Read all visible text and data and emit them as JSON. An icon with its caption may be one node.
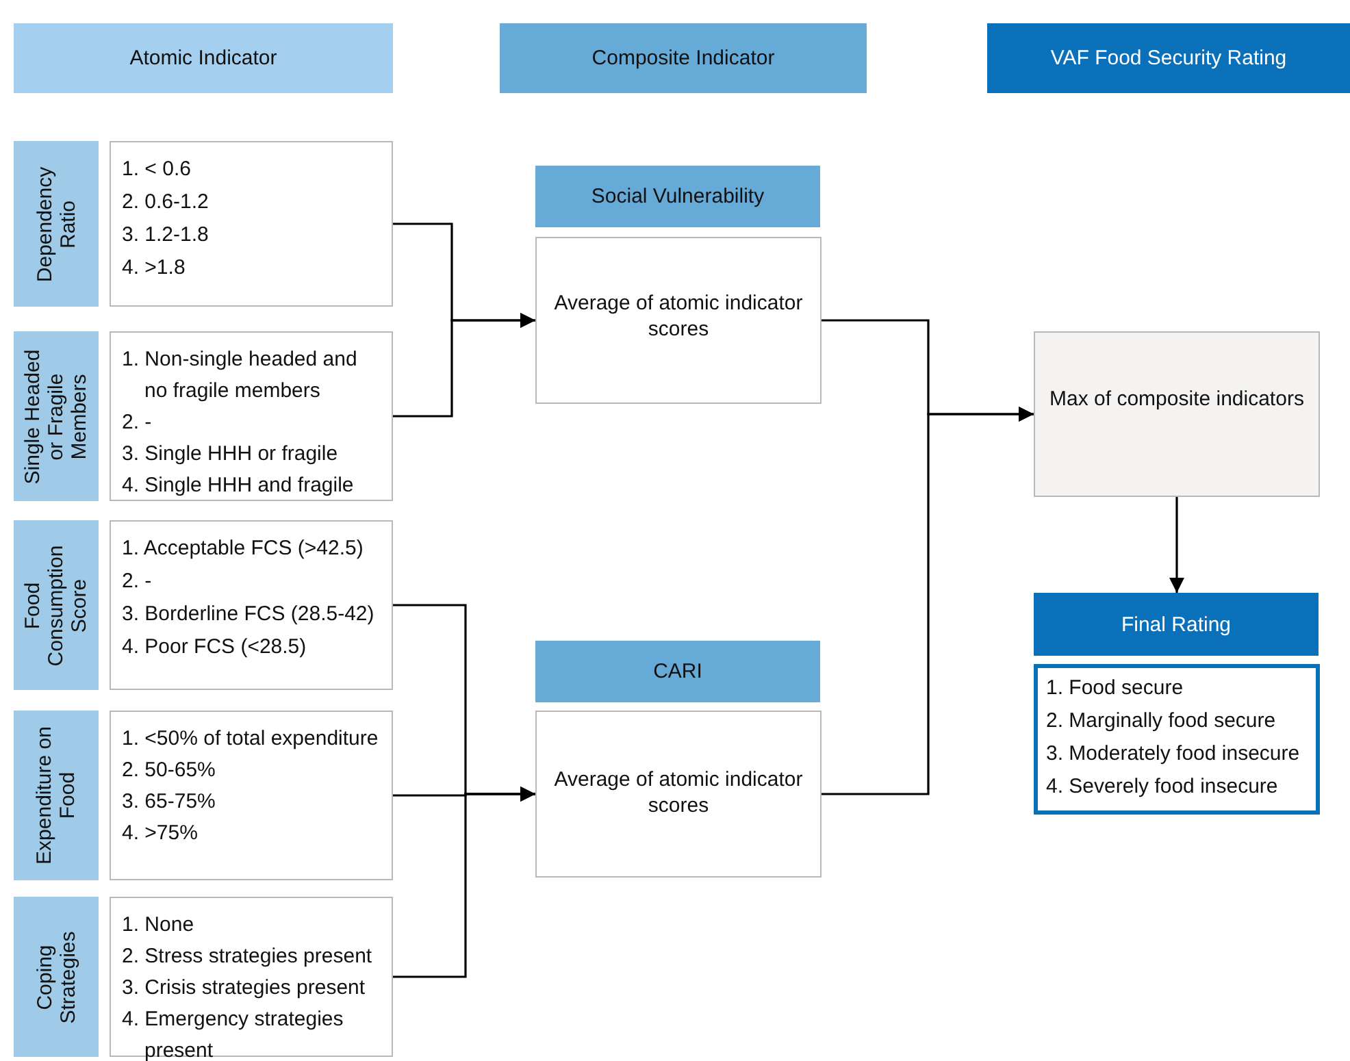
{
  "diagram": {
    "nodes": [
      {
        "text": [
          "Atomic Indicator"
        ]
      },
      {
        "text": [
          "Composite Indicator"
        ]
      },
      {
        "text": [
          "VAF Food Security Rating"
        ]
      },
      {
        "text": [
          "Dependency Ratio"
        ]
      },
      {
        "text": [
          "1. < 0.6",
          "2. 0.6-1.2",
          "3. 1.2-1.8",
          "4. >1.8"
        ]
      },
      {
        "text": [
          "Single Headed or Fragile Members"
        ]
      },
      {
        "text": [
          "1. Non-single headed and no fragile members",
          "2. -",
          "3. Single HHH or fragile",
          "4. Single HHH and fragile"
        ]
      },
      {
        "text": [
          "Food Consumption Score"
        ]
      },
      {
        "text": [
          "1. Acceptable FCS (>42.5)",
          "2. -",
          "3. Borderline FCS (28.5-42)",
          "4. Poor FCS (<28.5)"
        ]
      },
      {
        "text": [
          "Expenditure on Food"
        ]
      },
      {
        "text": [
          "1. <50% of total expenditure",
          "2. 50-65%",
          "3. 65-75%",
          "4. >75%"
        ]
      },
      {
        "text": [
          "Coping Strategies"
        ]
      },
      {
        "text": [
          "1. None",
          "2. Stress strategies present",
          "3. Crisis strategies present",
          "4. Emergency strategies present"
        ]
      },
      {
        "text": [
          "Social Vulnerability"
        ]
      },
      {
        "text": [
          "Average of atomic indicator scores"
        ]
      },
      {
        "text": [
          "CARI"
        ]
      },
      {
        "text": [
          "Average of atomic indicator scores"
        ]
      },
      {
        "text": [
          "Max of composite indicators"
        ]
      },
      {
        "text": [
          "Final Rating"
        ]
      },
      {
        "text": [
          "1. Food secure",
          "2. Marginally food secure",
          "3. Moderately food insecure",
          "4. Severely food insecure"
        ]
      }
    ],
    "edges": [
      {
        "from": 4,
        "to": 14,
        "arrow": "to"
      },
      {
        "from": 6,
        "to": 14,
        "arrow": "to"
      },
      {
        "from": 8,
        "to": 16,
        "arrow": "to"
      },
      {
        "from": 10,
        "to": 16,
        "arrow": "to"
      },
      {
        "from": 12,
        "to": 16,
        "arrow": "to"
      },
      {
        "from": 14,
        "to": 17,
        "arrow": "to"
      },
      {
        "from": 16,
        "to": 17,
        "arrow": "to"
      },
      {
        "from": 17,
        "to": 18,
        "arrow": "to"
      }
    ]
  }
}
